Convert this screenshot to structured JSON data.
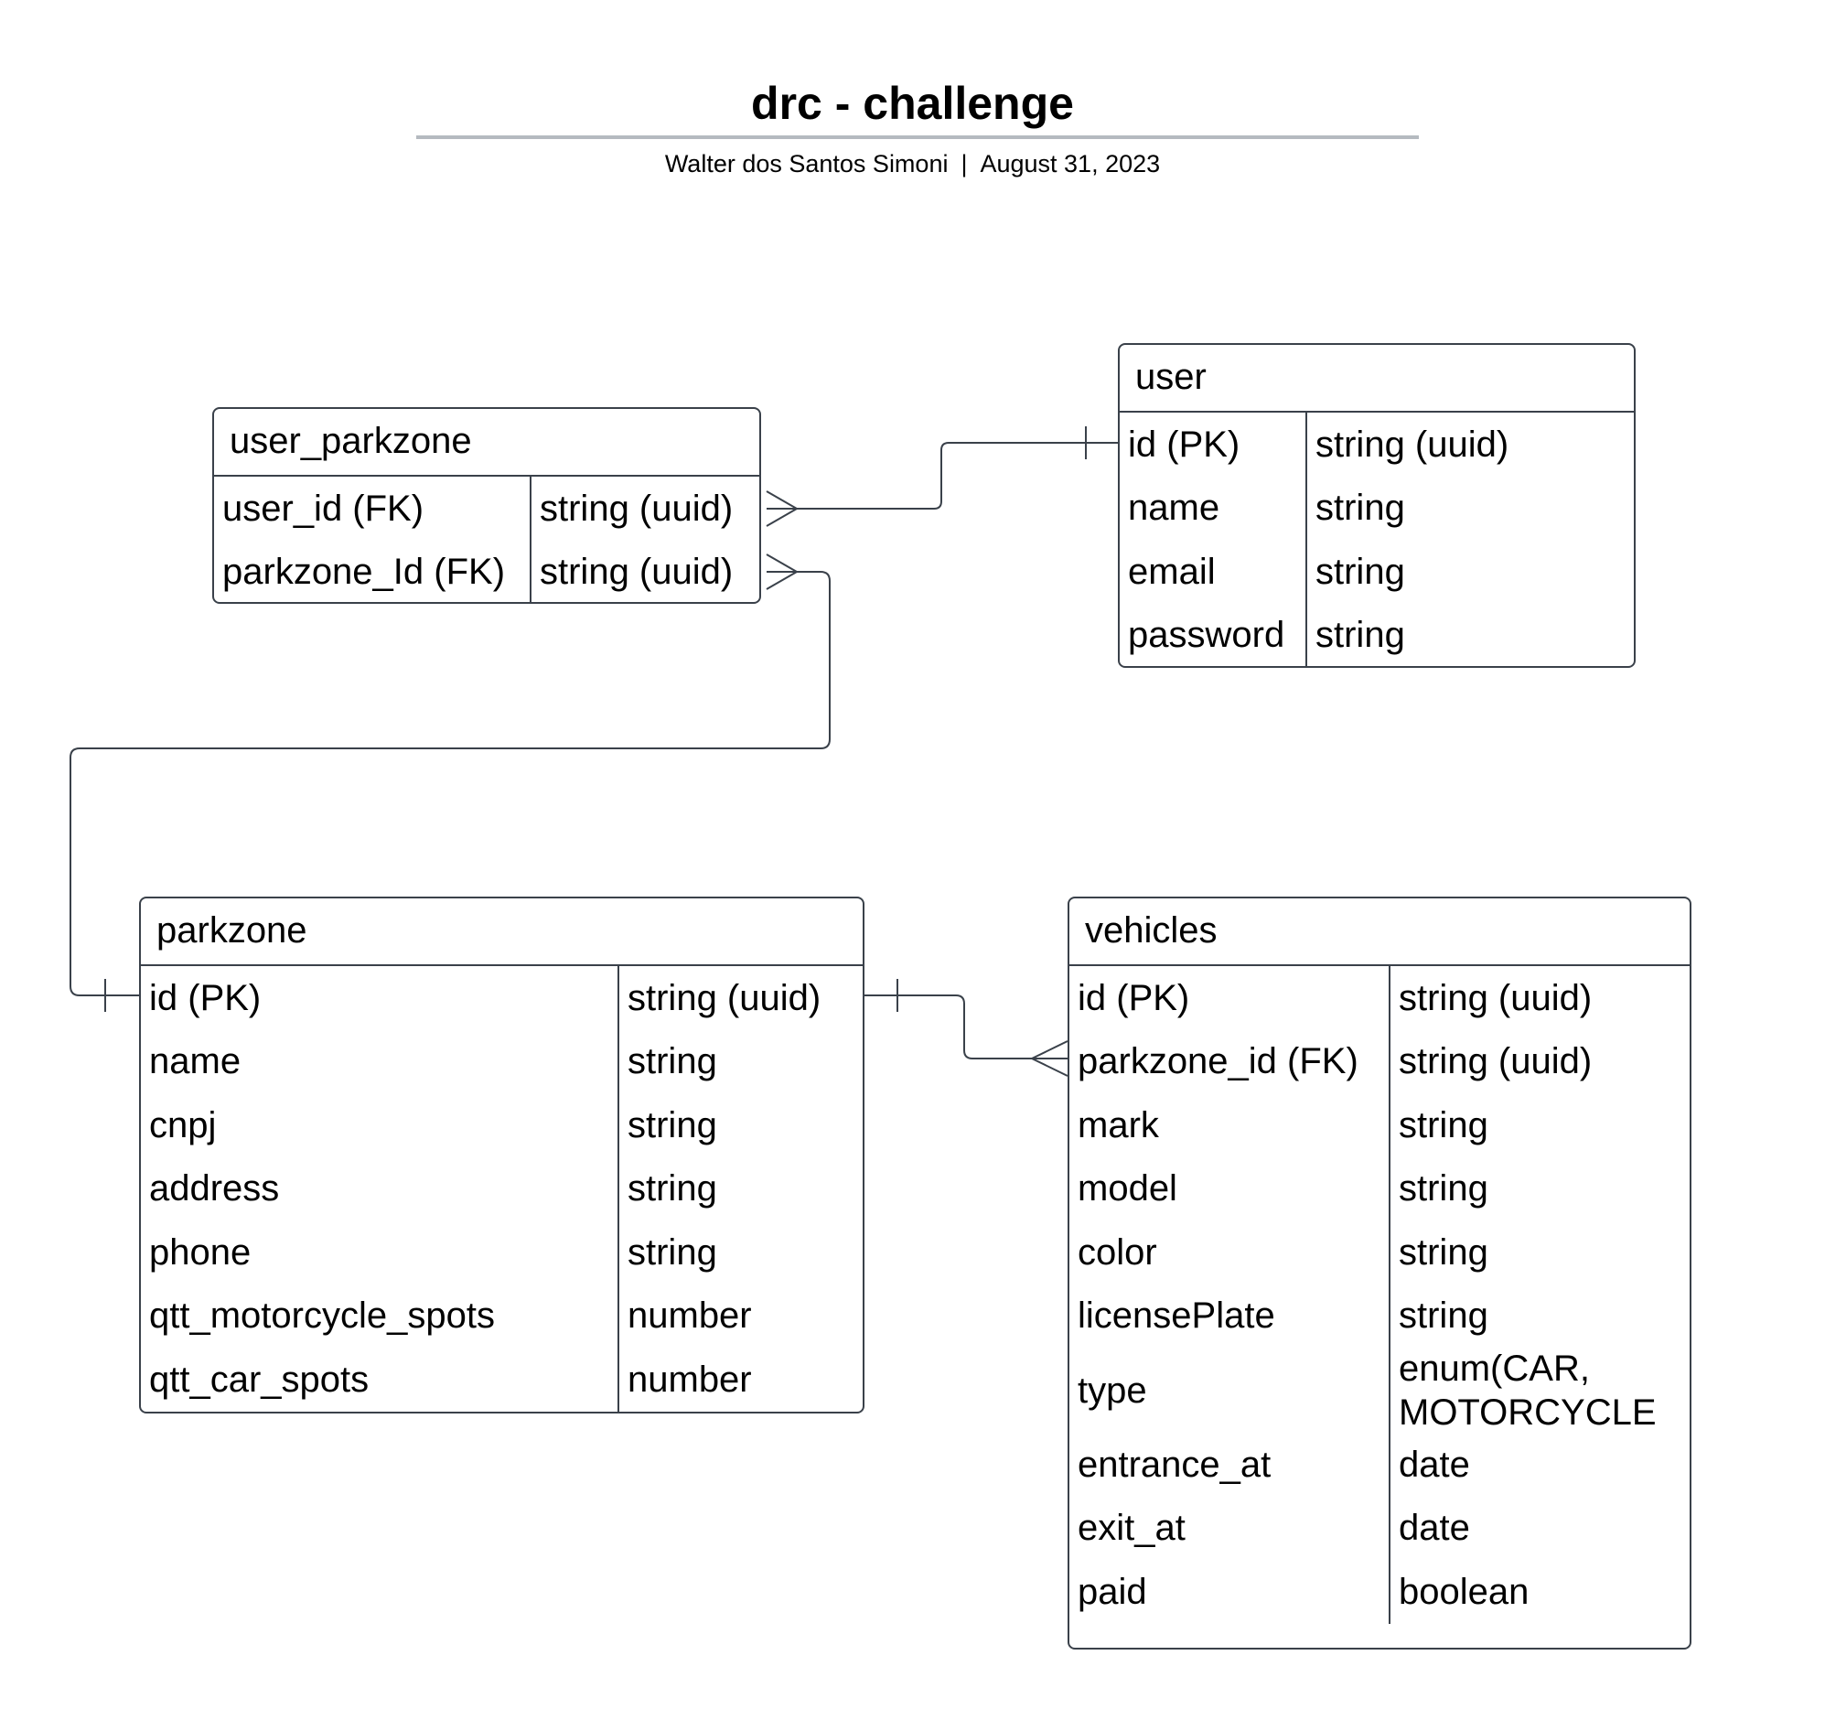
{
  "header": {
    "title": "drc - challenge",
    "author": "Walter dos Santos Simoni",
    "separator": "|",
    "date": "August 31, 2023"
  },
  "entities": {
    "user_parkzone": {
      "name": "user_parkzone",
      "rows": [
        {
          "field": "user_id (FK)",
          "type": "string (uuid)"
        },
        {
          "field": "parkzone_Id (FK)",
          "type": "string (uuid)"
        }
      ]
    },
    "user": {
      "name": "user",
      "rows": [
        {
          "field": "id (PK)",
          "type": "string (uuid)"
        },
        {
          "field": "name",
          "type": "string"
        },
        {
          "field": "email",
          "type": "string"
        },
        {
          "field": "password",
          "type": "string"
        }
      ]
    },
    "parkzone": {
      "name": "parkzone",
      "rows": [
        {
          "field": "id (PK)",
          "type": "string (uuid)"
        },
        {
          "field": "name",
          "type": "string"
        },
        {
          "field": "cnpj",
          "type": "string"
        },
        {
          "field": "address",
          "type": "string"
        },
        {
          "field": "phone",
          "type": "string"
        },
        {
          "field": "qtt_motorcycle_spots",
          "type": "number"
        },
        {
          "field": "qtt_car_spots",
          "type": "number"
        }
      ]
    },
    "vehicles": {
      "name": "vehicles",
      "rows": [
        {
          "field": "id (PK)",
          "type": "string (uuid)"
        },
        {
          "field": "parkzone_id (FK)",
          "type": "string (uuid)"
        },
        {
          "field": "mark",
          "type": "string"
        },
        {
          "field": "model",
          "type": "string"
        },
        {
          "field": "color",
          "type": "string"
        },
        {
          "field": "licensePlate",
          "type": "string"
        },
        {
          "field": "type",
          "type": "enum(CAR,",
          "type_line2": "MOTORCYCLE"
        },
        {
          "field": "entrance_at",
          "type": "date"
        },
        {
          "field": "exit_at",
          "type": "date"
        },
        {
          "field": "paid",
          "type": "boolean"
        }
      ]
    }
  },
  "relationships": [
    {
      "from": "user_parkzone.user_id",
      "to": "user.id",
      "from_cardinality": "many",
      "to_cardinality": "one"
    },
    {
      "from": "user_parkzone.parkzone_Id",
      "to": "parkzone.id",
      "from_cardinality": "many",
      "to_cardinality": "one"
    },
    {
      "from": "vehicles.parkzone_id",
      "to": "parkzone.id",
      "from_cardinality": "many",
      "to_cardinality": "one"
    }
  ],
  "colors": {
    "line": "#3a414a",
    "title_rule": "#b5bac0",
    "background": "#ffffff"
  }
}
